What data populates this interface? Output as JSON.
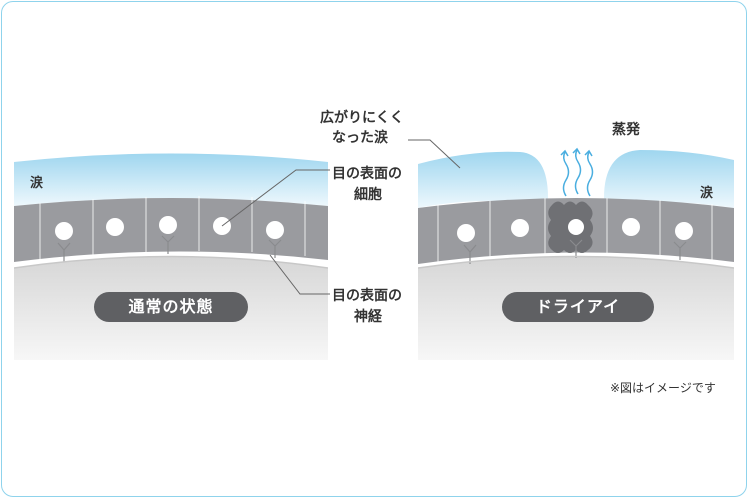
{
  "labels": {
    "tear_left": "涙",
    "tear_right": "涙",
    "spreading_tear_line1": "広がりにくく",
    "spreading_tear_line2": "なった涙",
    "evaporation": "蒸発",
    "surface_cell_line1": "目の表面の",
    "surface_cell_line2": "細胞",
    "surface_nerve_line1": "目の表面の",
    "surface_nerve_line2": "神経",
    "normal_state": "通常の状態",
    "dry_eye": "ドライアイ",
    "footnote": "※図はイメージです"
  },
  "colors": {
    "border": "#8fd3ec",
    "tear_top": "#9fd6ef",
    "tear_bottom": "#e8f6fd",
    "cell_layer": "#9a9b9f",
    "cell": "#6f7074",
    "nerve": "#8a8b8e",
    "pill": "#5f6063",
    "tissue": "#e3e3e3",
    "vapor": "#4aaee0"
  }
}
